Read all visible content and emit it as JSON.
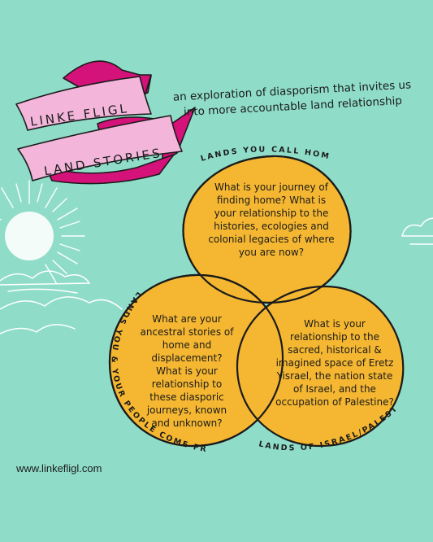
{
  "banner": {
    "line1": "LINKE FLIGL",
    "line2": "LAND STORIES"
  },
  "tagline": "an exploration of diasporism that invites us into more accountable land relationship",
  "circles": {
    "top": {
      "label": "LANDS YOU CALL HOME",
      "question": "What is your journey of finding home? What is your relationship to the histories, ecologies and colonial legacies of where you are now?"
    },
    "left": {
      "label": "LANDS YOU & YOUR PEOPLE COME FROM",
      "question": "What are your ancestral stories of home and displacement? What is your relationship to these diasporic journeys, known and unknown?"
    },
    "right": {
      "label": "LANDS OF ISRAEL/PALESTINE",
      "question": "What is your relationship to the sacred, historical & imagined space of Eretz Yisrael, the nation state of Israel, and the occupation of Palestine?"
    }
  },
  "website": "www.linkefligl.com",
  "colors": {
    "background": "#8fddc8",
    "circle_fill": "#f5b731",
    "banner_pink": "#f3b5da",
    "banner_magenta": "#d4127a",
    "ink": "#1b1b1b"
  },
  "icons": [
    "sun-icon",
    "cloud-icon",
    "banner-ribbon-icon"
  ]
}
